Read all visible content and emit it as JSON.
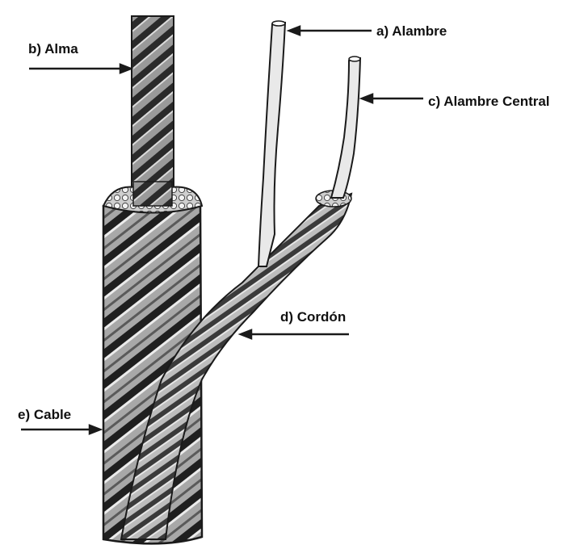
{
  "labels": {
    "a": "a) Alambre",
    "b": "b) Alma",
    "c": "c) Alambre Central",
    "d": "d) Cordón",
    "e": "e) Cable"
  },
  "colors": {
    "ink": "#1a1a1a",
    "dark": "#2b2b2b",
    "mid": "#8a8a8a",
    "light": "#d9d9d9"
  },
  "icons": [
    "arrow-icon"
  ]
}
